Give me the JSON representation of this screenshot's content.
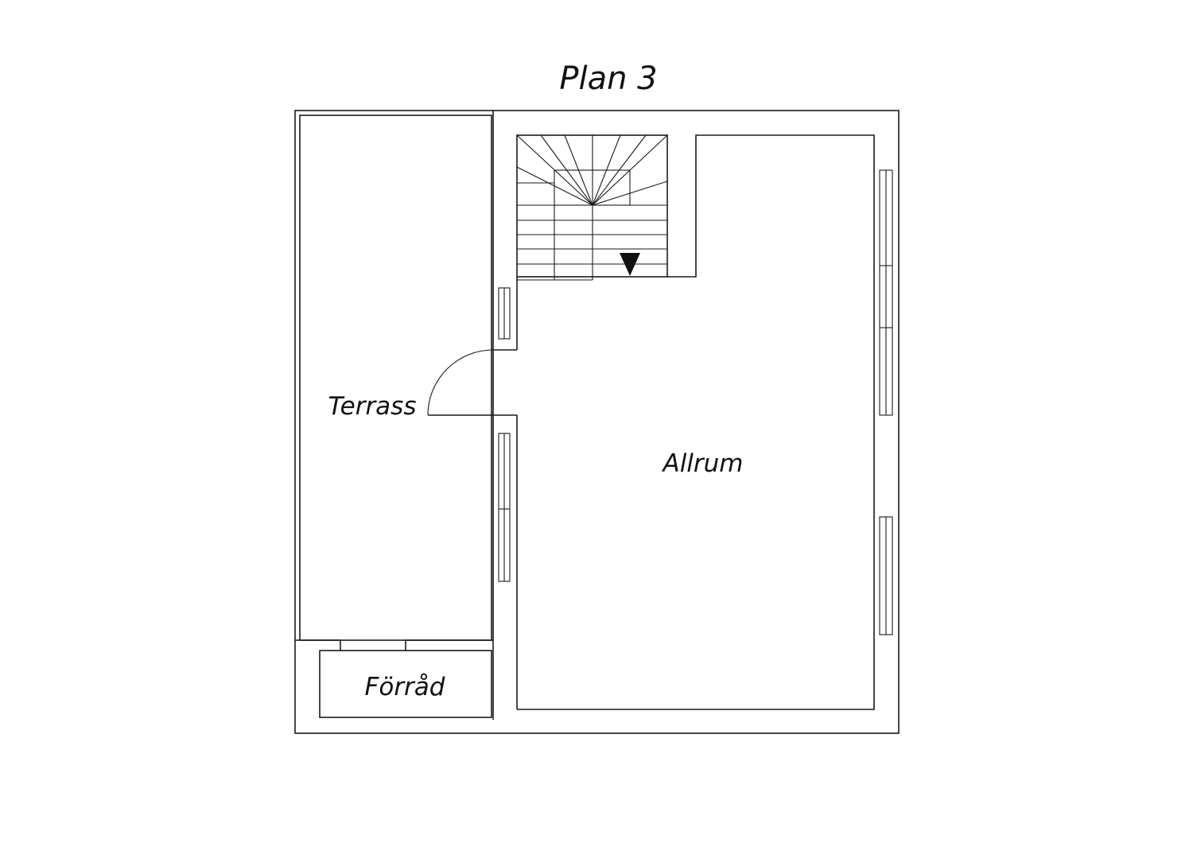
{
  "title": "Plan 3",
  "rooms": {
    "terrace": "Terrass",
    "living": "Allrum",
    "storage": "Förråd"
  },
  "colors": {
    "line": "#1a1a1a",
    "background": "#ffffff"
  },
  "icons": {
    "stair_direction": "arrow-down-icon",
    "door": "door-swing-icon"
  }
}
